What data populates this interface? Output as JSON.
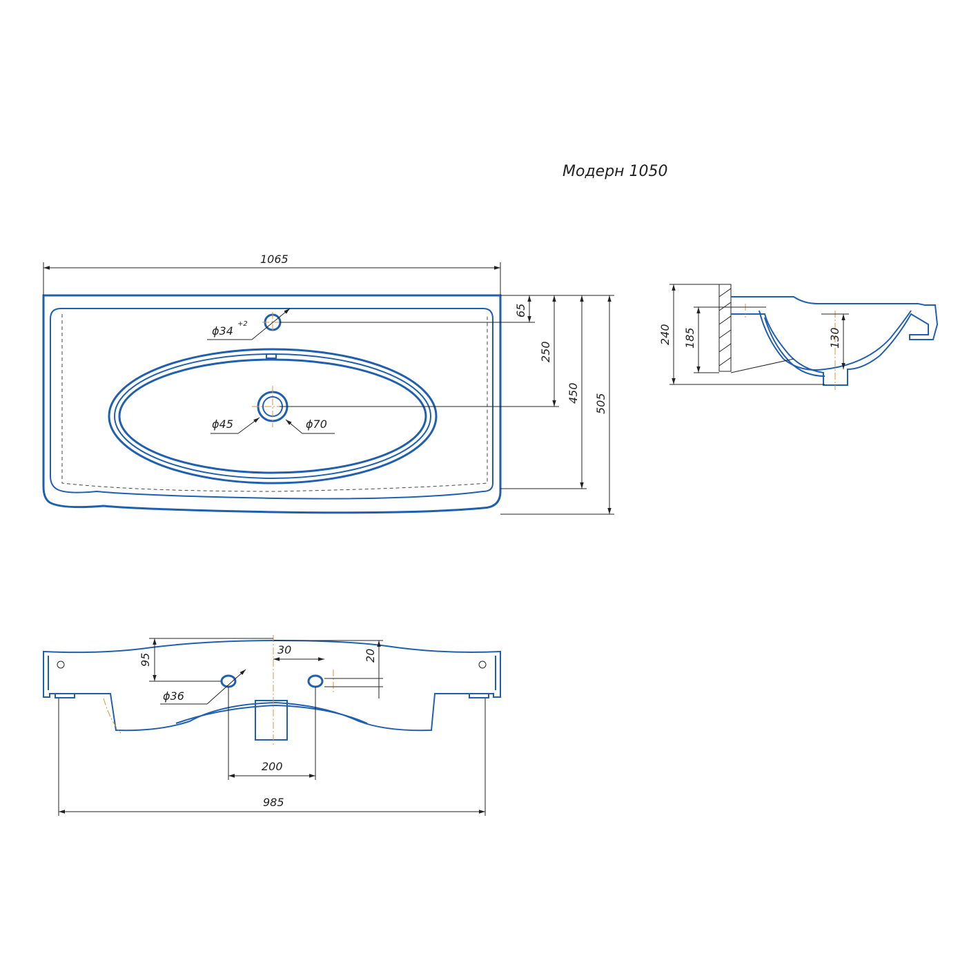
{
  "title": "Модерн 1050",
  "top_view": {
    "width": "1065",
    "tap_hole_diameter": "ϕ34",
    "tap_hole_tolerance": "+2",
    "dim_65": "65",
    "dim_250": "250",
    "dim_450": "450",
    "dim_505": "505",
    "drain_diameter_45": "ϕ45",
    "drain_diameter_70": "ϕ70"
  },
  "side_view": {
    "dim_240": "240",
    "dim_185": "185",
    "dim_130": "130"
  },
  "rear_view": {
    "dim_95": "95",
    "dim_30": "30",
    "dim_20": "20",
    "hole_diameter": "ϕ36",
    "dim_200": "200",
    "dim_985": "985"
  }
}
